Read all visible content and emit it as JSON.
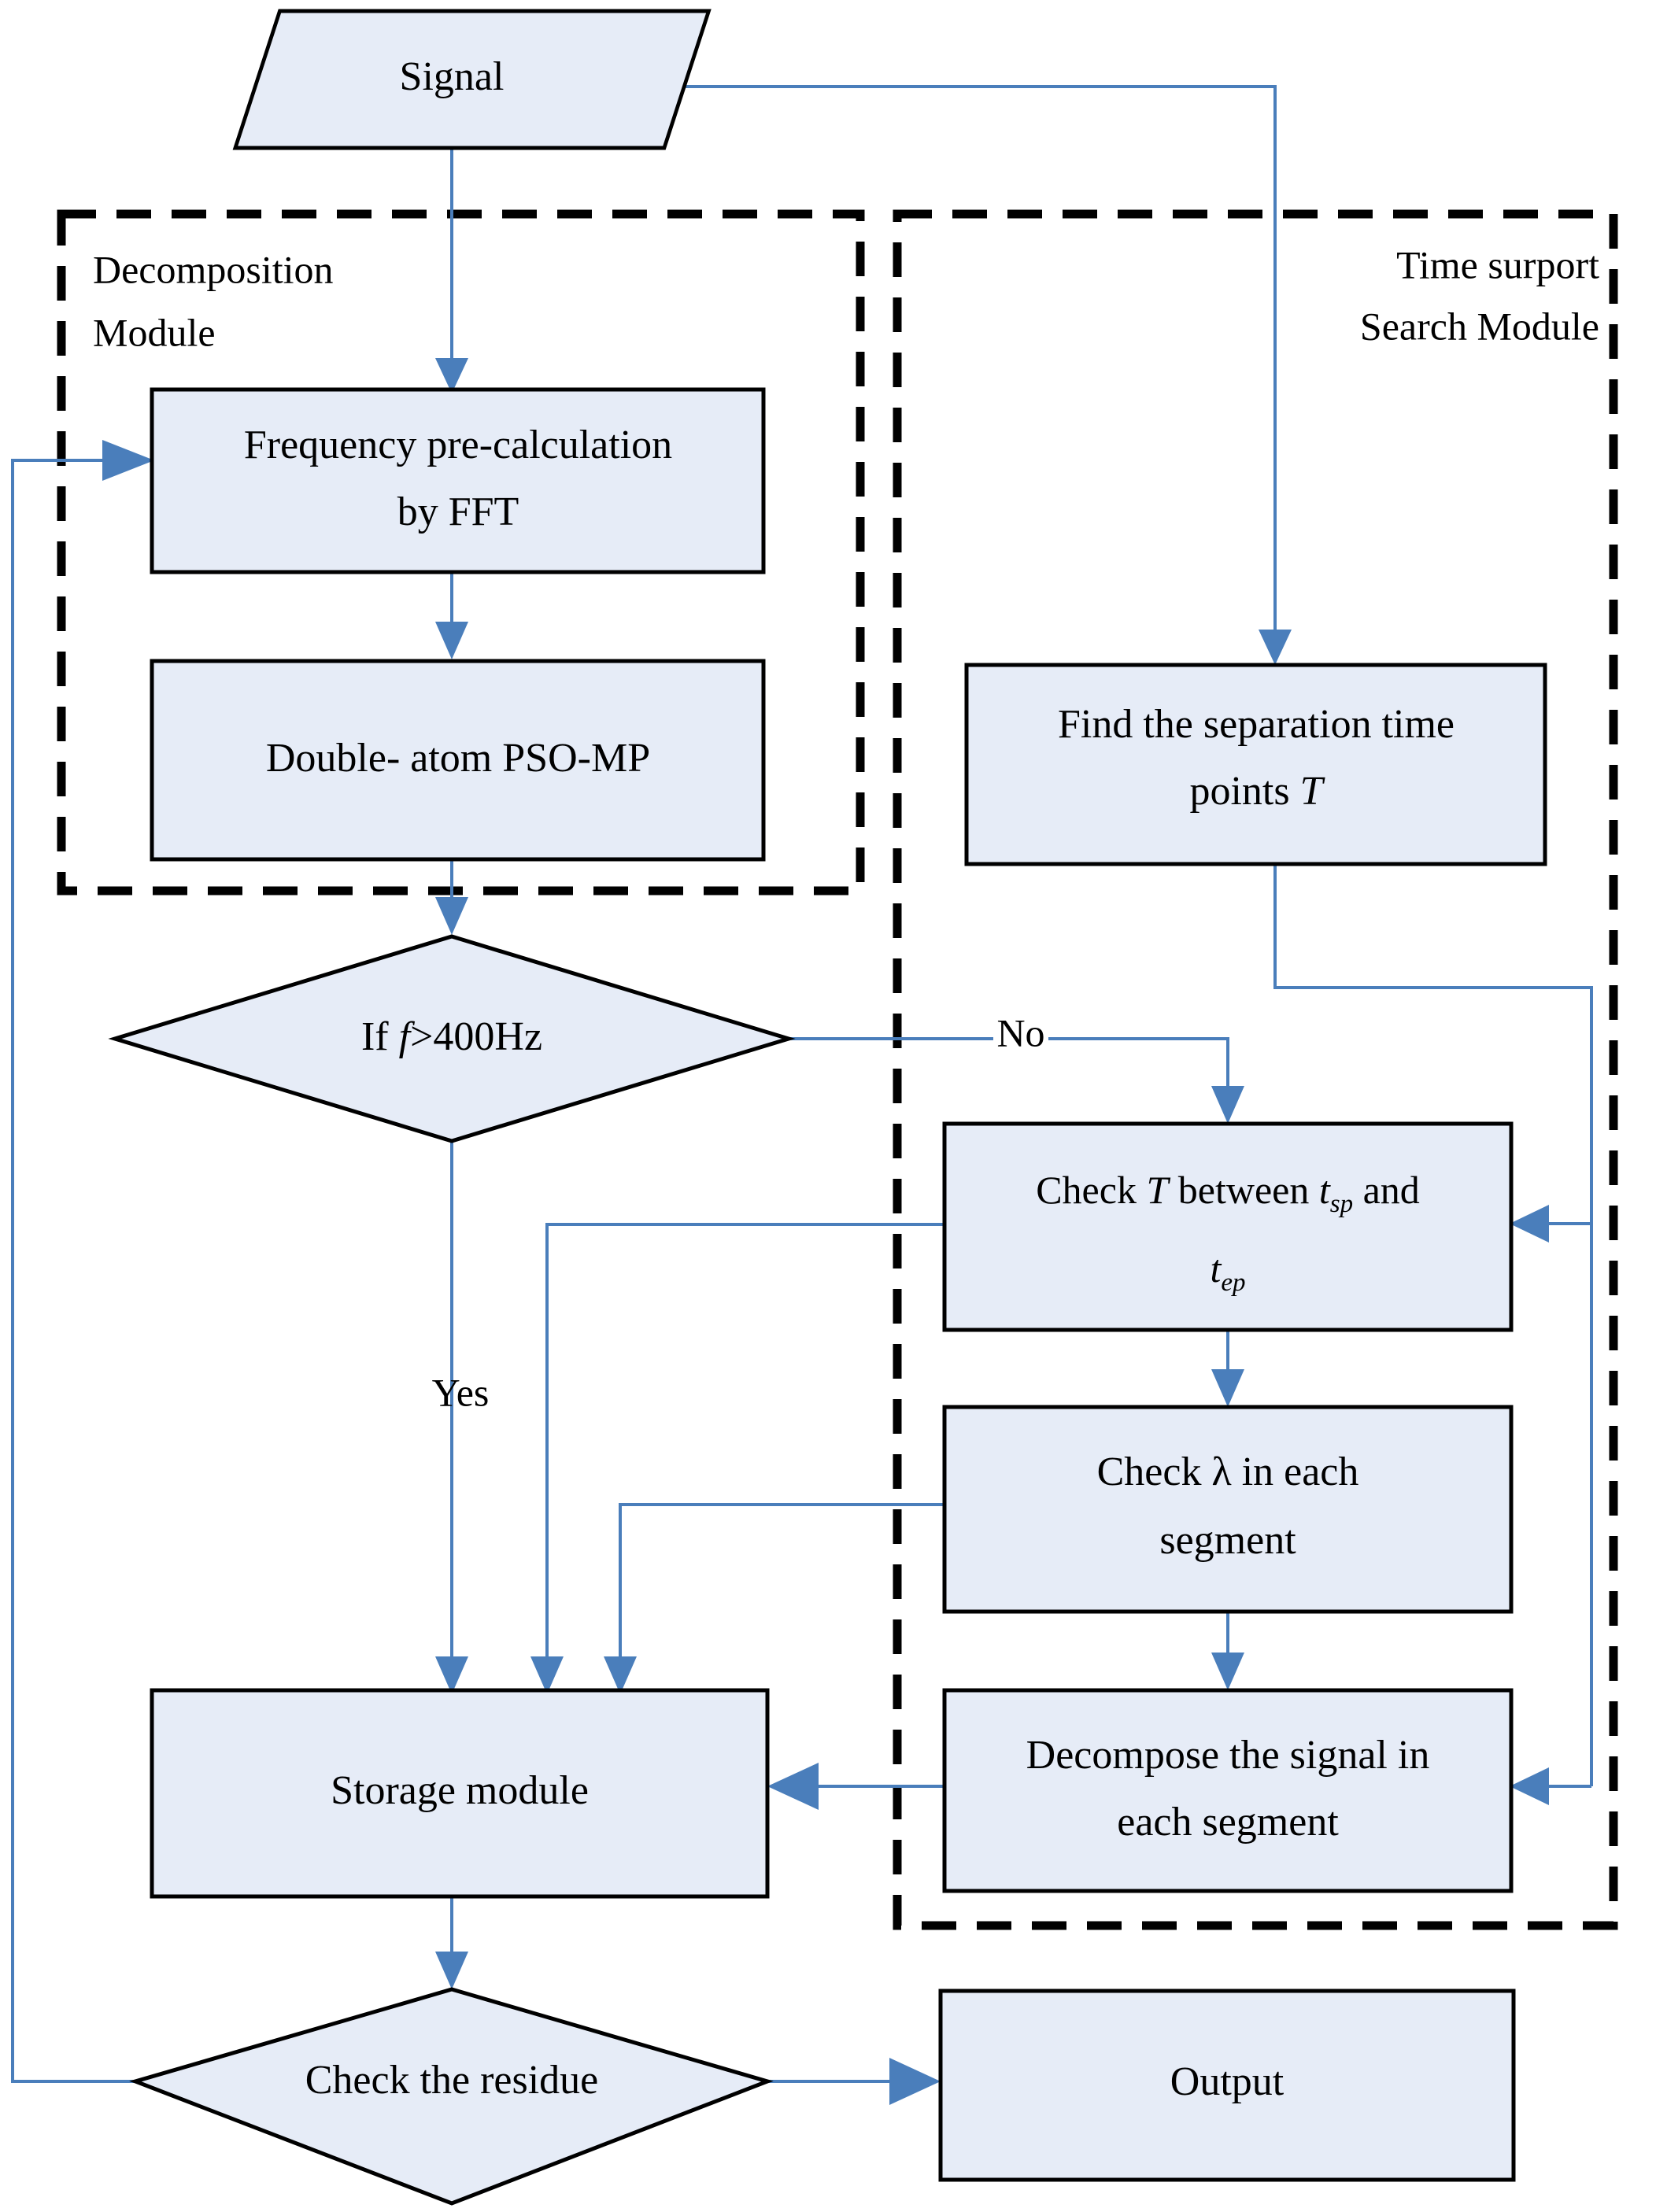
{
  "diagram": {
    "title_text": "Signal decomposition flowchart",
    "colors": {
      "node_fill": "#e6ecf7",
      "node_stroke": "#000000",
      "connector": "#4a7ebb",
      "module_border": "#000000",
      "background": "#ffffff"
    }
  },
  "modules": [
    {
      "id": "decomposition",
      "label_line1": "Decomposition",
      "label_line2": "Module"
    },
    {
      "id": "time-support-search",
      "label_line1": "Time surport",
      "label_line2": "Search Module"
    }
  ],
  "nodes": {
    "signal": {
      "label": "Signal",
      "shape": "parallelogram"
    },
    "fft": {
      "line1": "Frequency pre-calculation",
      "line2": "by FFT",
      "shape": "rectangle"
    },
    "pso_mp": {
      "label": "Double- atom PSO-MP",
      "shape": "rectangle"
    },
    "if_freq": {
      "prefix": "If ",
      "variable": "f",
      "suffix": ">400Hz",
      "shape": "diamond"
    },
    "find_points": {
      "line1": "Find the separation time",
      "line2_prefix": "points ",
      "line2_var": "T",
      "shape": "rectangle"
    },
    "check_t": {
      "l1a": "Check ",
      "l1_var": "T",
      "l1b": " between ",
      "l1_sub_base": "t",
      "l1_sub": "sp",
      "l1c": " and",
      "l2_base": "t",
      "l2_sub": "ep",
      "shape": "rectangle"
    },
    "check_lambda": {
      "l1a": "Check  ",
      "l1_sym": "λ",
      "l1b": "  in each",
      "line2": "segment",
      "shape": "rectangle"
    },
    "decompose": {
      "line1": "Decompose the signal in",
      "line2": "each segment",
      "shape": "rectangle"
    },
    "storage": {
      "label": "Storage module",
      "shape": "rectangle"
    },
    "check_residue": {
      "label": "Check the residue",
      "shape": "diamond"
    },
    "output": {
      "label": "Output",
      "shape": "rectangle"
    }
  },
  "edge_labels": {
    "no": "No",
    "yes": "Yes"
  }
}
